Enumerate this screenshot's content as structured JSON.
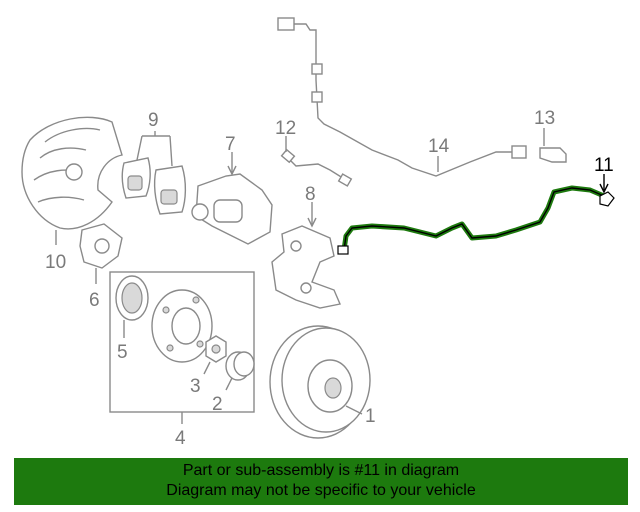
{
  "diagram": {
    "callouts": [
      "1",
      "2",
      "3",
      "4",
      "5",
      "6",
      "7",
      "8",
      "9",
      "10",
      "11",
      "12",
      "13",
      "14"
    ],
    "highlighted_part": "11",
    "highlight_color": "#1d7a0e",
    "line_color": "#8a8a8a"
  },
  "banner": {
    "line1": "Part or sub-assembly is #11 in diagram",
    "line2": "Diagram may not be specific to your vehicle",
    "background": "#1d7a0e"
  }
}
